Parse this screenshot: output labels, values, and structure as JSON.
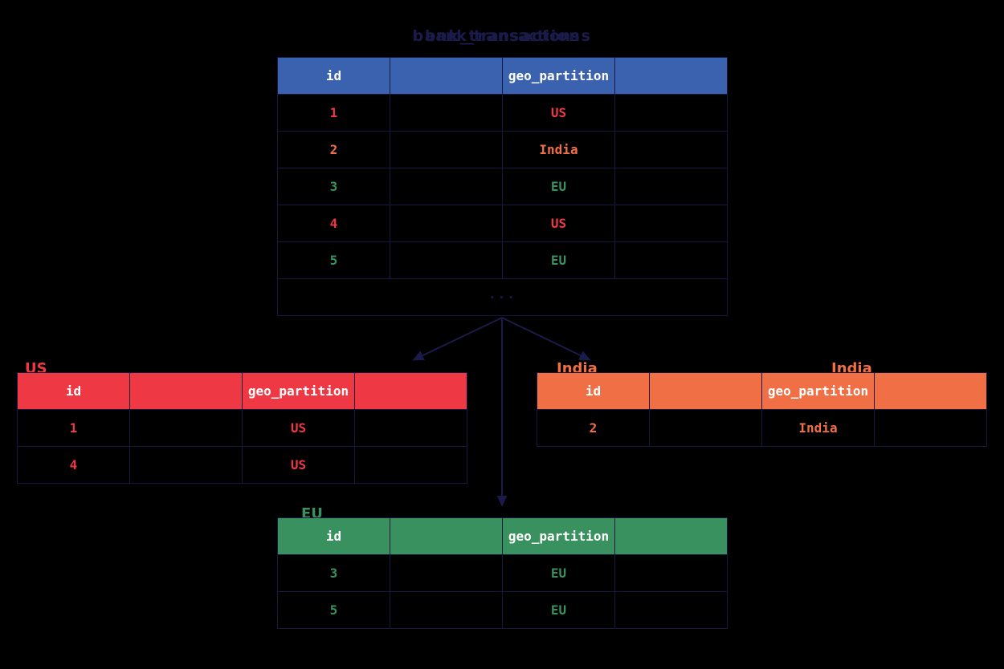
{
  "diagram": {
    "title": "bank_transactions",
    "title_overlay": "bank_transactions",
    "ellipsis": "···",
    "colors": {
      "source_header": "#3b62ae",
      "us_header": "#ee3945",
      "india_header": "#f06f45",
      "eu_header": "#3a9160",
      "grid_line": "#171742",
      "background": "#000000",
      "header_text": "#ffffff"
    },
    "source_table": {
      "name": "bank_transactions",
      "headers": [
        "id",
        "",
        "geo_partition",
        ""
      ],
      "rows": [
        {
          "id": "1",
          "blank1": "",
          "geo_partition": "US",
          "blank2": "",
          "tone": "c-red"
        },
        {
          "id": "2",
          "blank1": "",
          "geo_partition": "India",
          "blank2": "",
          "tone": "c-orange"
        },
        {
          "id": "3",
          "blank1": "",
          "geo_partition": "EU",
          "blank2": "",
          "tone": "c-green"
        },
        {
          "id": "4",
          "blank1": "",
          "geo_partition": "US",
          "blank2": "",
          "tone": "c-red"
        },
        {
          "id": "5",
          "blank1": "",
          "geo_partition": "EU",
          "blank2": "",
          "tone": "c-green"
        }
      ],
      "more_indicator": "···"
    },
    "partitions": [
      {
        "key": "us",
        "caption": "US",
        "headers": [
          "id",
          "",
          "geo_partition",
          ""
        ],
        "rows": [
          {
            "id": "1",
            "blank1": "",
            "geo_partition": "US",
            "blank2": ""
          },
          {
            "id": "4",
            "blank1": "",
            "geo_partition": "US",
            "blank2": ""
          }
        ]
      },
      {
        "key": "india",
        "caption": "India",
        "headers": [
          "id",
          "",
          "geo_partition",
          ""
        ],
        "rows": [
          {
            "id": "2",
            "blank1": "",
            "geo_partition": "India",
            "blank2": ""
          }
        ]
      },
      {
        "key": "eu",
        "caption": "EU",
        "headers": [
          "id",
          "",
          "geo_partition",
          ""
        ],
        "rows": [
          {
            "id": "3",
            "blank1": "",
            "geo_partition": "EU",
            "blank2": ""
          },
          {
            "id": "5",
            "blank1": "",
            "geo_partition": "EU",
            "blank2": ""
          }
        ]
      }
    ]
  }
}
